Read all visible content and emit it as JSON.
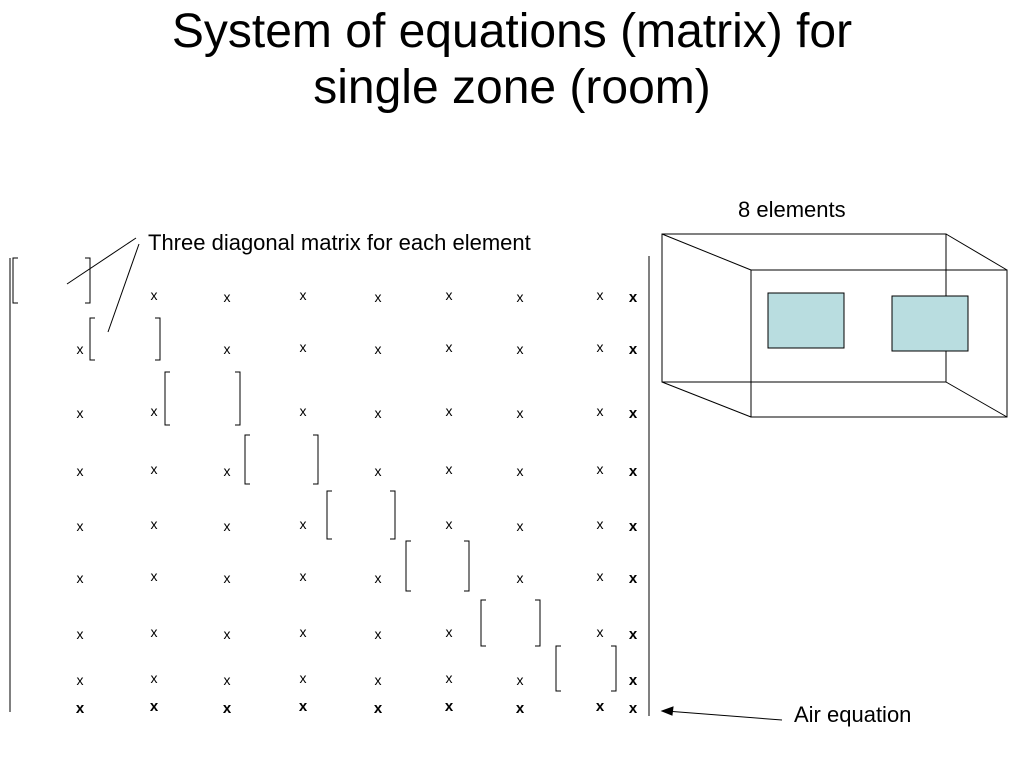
{
  "title_line1": "System of equations (matrix) for",
  "title_line2": "single zone (room)",
  "annotation_diagonal": "Three diagonal matrix for each element",
  "annotation_elements": "8 elements",
  "annotation_air": "Air equation",
  "cell_symbol": "x",
  "room": {
    "window_color": "#b9dde0"
  }
}
